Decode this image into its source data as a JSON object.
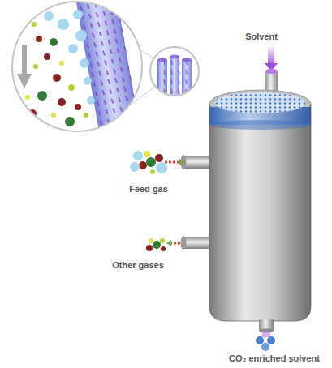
{
  "diagram": {
    "labels": [
      "Solvent",
      "Feed gas",
      "Other gases",
      "CO₂ enriched solvent"
    ]
  }
}
